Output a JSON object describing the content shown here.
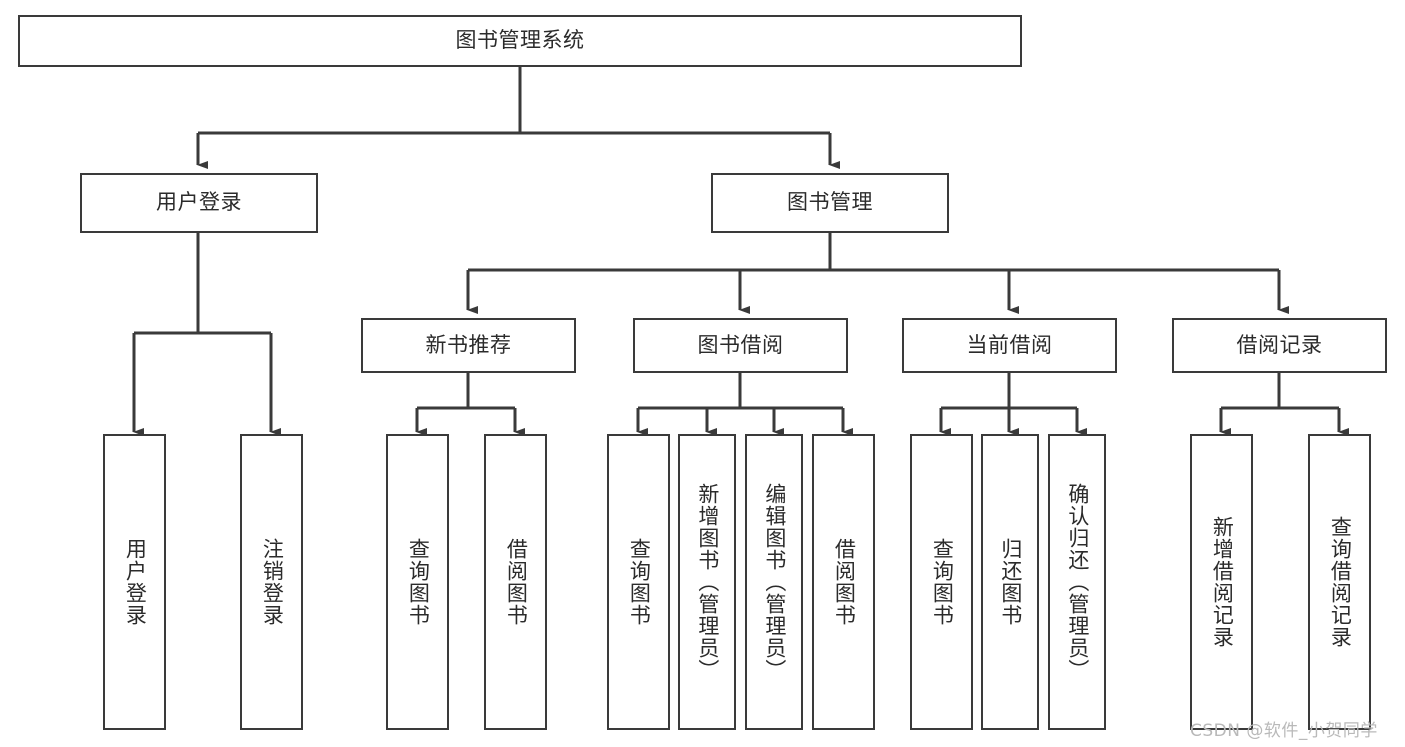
{
  "diagram": {
    "title_node": {
      "label": "图书管理系统"
    },
    "level2": [
      {
        "label": "用户登录"
      },
      {
        "label": "图书管理"
      }
    ],
    "level3": [
      {
        "label": "新书推荐"
      },
      {
        "label": "图书借阅"
      },
      {
        "label": "当前借阅"
      },
      {
        "label": "借阅记录"
      }
    ],
    "leaves": {
      "user_login": [
        {
          "label": "用户登录"
        },
        {
          "label": "注销登录"
        }
      ],
      "new_book_recommend": [
        {
          "label": "查询图书"
        },
        {
          "label": "借阅图书"
        }
      ],
      "book_borrow": [
        {
          "label": "查询图书"
        },
        {
          "label": "新增图书（管理员）"
        },
        {
          "label": "编辑图书（管理员）"
        },
        {
          "label": "借阅图书"
        }
      ],
      "current_borrow": [
        {
          "label": "查询图书"
        },
        {
          "label": "归还图书"
        },
        {
          "label": "确认归还（管理员）"
        }
      ],
      "borrow_records": [
        {
          "label": "新增借阅记录"
        },
        {
          "label": "查询借阅记录"
        }
      ]
    }
  },
  "watermark": {
    "text": "CSDN @软件_小贺同学"
  },
  "colors": {
    "stroke": "#3a3a3a",
    "text": "#2b2b2b",
    "background": "#ffffff",
    "watermark": "#b9b9b9"
  }
}
